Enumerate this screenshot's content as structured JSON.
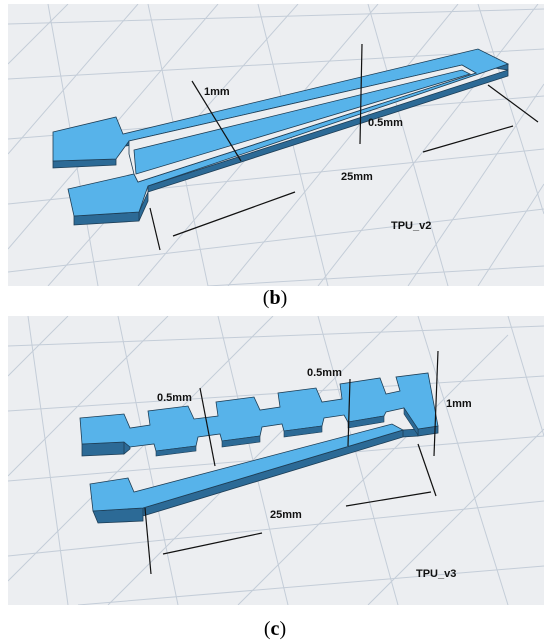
{
  "panel_b": {
    "labels": {
      "thickness": "1mm",
      "gap": "0.5mm",
      "length": "25mm",
      "name": "TPU_v2"
    },
    "caption": {
      "open": "(",
      "letter": "b",
      "close": ")"
    }
  },
  "panel_c": {
    "labels": {
      "gap_left": "0.5mm",
      "gap_right": "0.5mm",
      "thickness": "1mm",
      "length": "25mm",
      "name": "TPU_v3"
    },
    "caption": {
      "open": "(",
      "letter": "c",
      "close": ")"
    }
  },
  "colors": {
    "background": "#ffffff",
    "panel_background": "#eceef1",
    "grid": "#c4cdd8",
    "part_top": "#57b3ea",
    "part_side": "#2c6a96",
    "part_edge": "#1d3d55",
    "dimension_line": "#111111"
  }
}
